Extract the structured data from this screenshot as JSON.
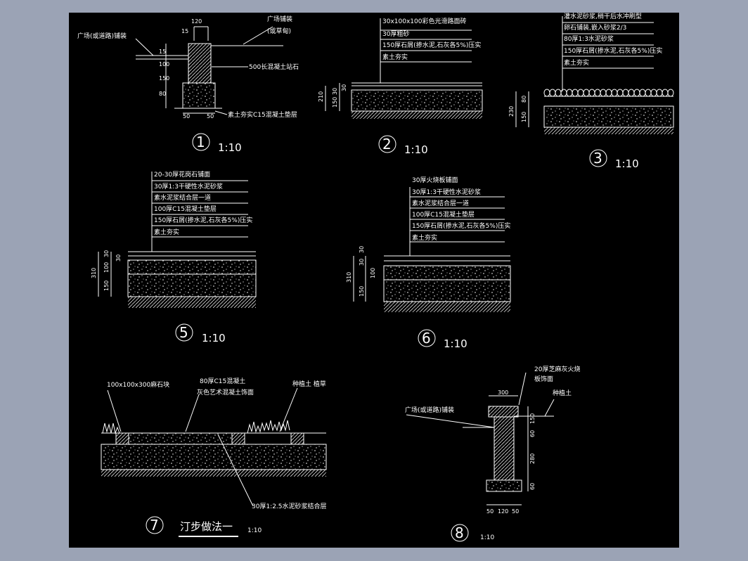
{
  "d1": {
    "num": "1",
    "scale": "1:10",
    "l1": "广场铺装",
    "l2": "(或草甸)",
    "l3": "广场(或道路)铺装",
    "l4": "500长混凝土站石",
    "l5": "素土夯实C15混凝土垫层",
    "dims": [
      "120",
      "15",
      "15",
      "100",
      "150",
      "80",
      "50",
      "50"
    ]
  },
  "d2": {
    "num": "2",
    "scale": "1:10",
    "layers": [
      "30x100x100彩色光滑路面砖",
      "30厚粗砂",
      "150厚石屑(掺水泥,石灰各5%)压实",
      "素土夯实"
    ],
    "dims": [
      "210",
      "30",
      "30",
      "150"
    ]
  },
  "d3": {
    "num": "3",
    "scale": "1:10",
    "layers": [
      "灌水泥砂浆,稍干后水冲刷型",
      "卵石铺装,嵌入砂浆2/3",
      "80厚1:3水泥砂浆",
      "150厚石屑(掺水泥,石灰各5%)压实",
      "素土夯实"
    ],
    "dims": [
      "230",
      "80",
      "150"
    ]
  },
  "d5": {
    "num": "5",
    "scale": "1:10",
    "layers": [
      "20-30厚花岗石铺面",
      "30厚1:3干硬性水泥砂浆",
      "素水泥浆结合层一道",
      "100厚C15混凝土垫层",
      "150厚石屑(掺水泥,石灰各5%)压实",
      "素土夯实"
    ],
    "dims": [
      "310",
      "30",
      "30",
      "100",
      "150"
    ]
  },
  "d6": {
    "num": "6",
    "scale": "1:10",
    "layers": [
      "30厚火烧板铺面",
      "30厚1:3干硬性水泥砂浆",
      "素水泥浆结合层一道",
      "100厚C15混凝土垫层",
      "150厚石屑(掺水泥,石灰各5%)压实",
      "素土夯实"
    ],
    "dims": [
      "30",
      "310",
      "30",
      "100",
      "150"
    ]
  },
  "d7": {
    "num": "7",
    "scale": "1:10",
    "title": "汀步做法一",
    "l1": "100x100x300麻石块",
    "l2": "80厚C15混凝土",
    "l3": "灰色艺术混凝土饰面",
    "l4": "种植土 植草",
    "l5": "30厚1:2.5水泥砂浆结合层"
  },
  "d8": {
    "num": "8",
    "scale": "1:10",
    "l1": "20厚芝麻灰火烧",
    "l2": "板饰面",
    "l3": "种植土",
    "l4": "广场(或道路)铺装",
    "dims": [
      "300",
      "150",
      "60",
      "280",
      "60",
      "50",
      "120",
      "50"
    ]
  }
}
